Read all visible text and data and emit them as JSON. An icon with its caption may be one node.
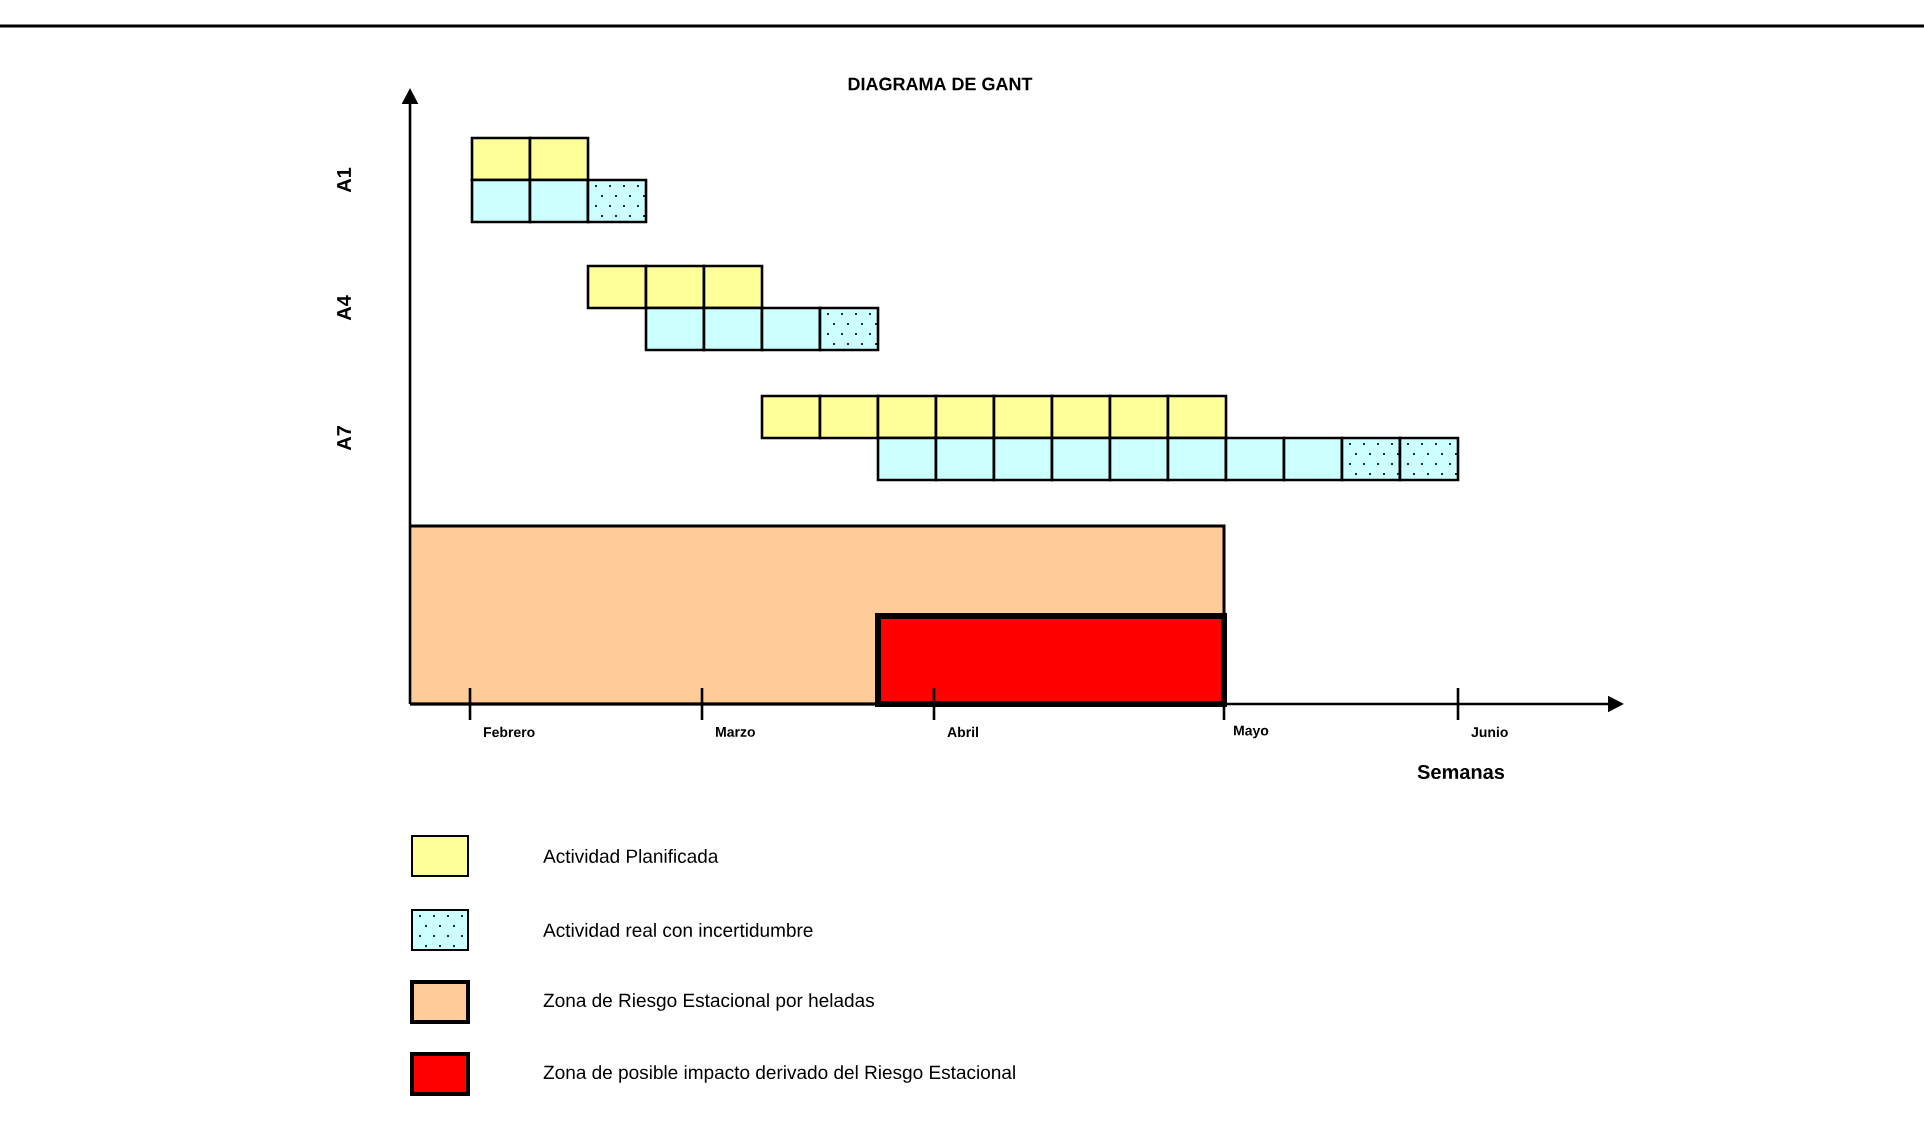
{
  "diagram": {
    "title": "DIAGRAMA DE GANT",
    "labels": [
      "A1",
      "A4",
      "A7",
      "Febrero",
      "Marzo",
      "Abril",
      "Mayo",
      "Junio",
      "Semanas"
    ],
    "legend": [
      {
        "text": "Actividad Planificada",
        "color": "#ffff99"
      },
      {
        "text": "Actividad real con incertidumbre"
      },
      {
        "text": "Zona de Riesgo  Estacional por heladas",
        "color": "#ffcc99"
      },
      {
        "text": "Zona de posible impacto derivado del Riesgo Estacional",
        "color": "#ff0000"
      }
    ]
  }
}
